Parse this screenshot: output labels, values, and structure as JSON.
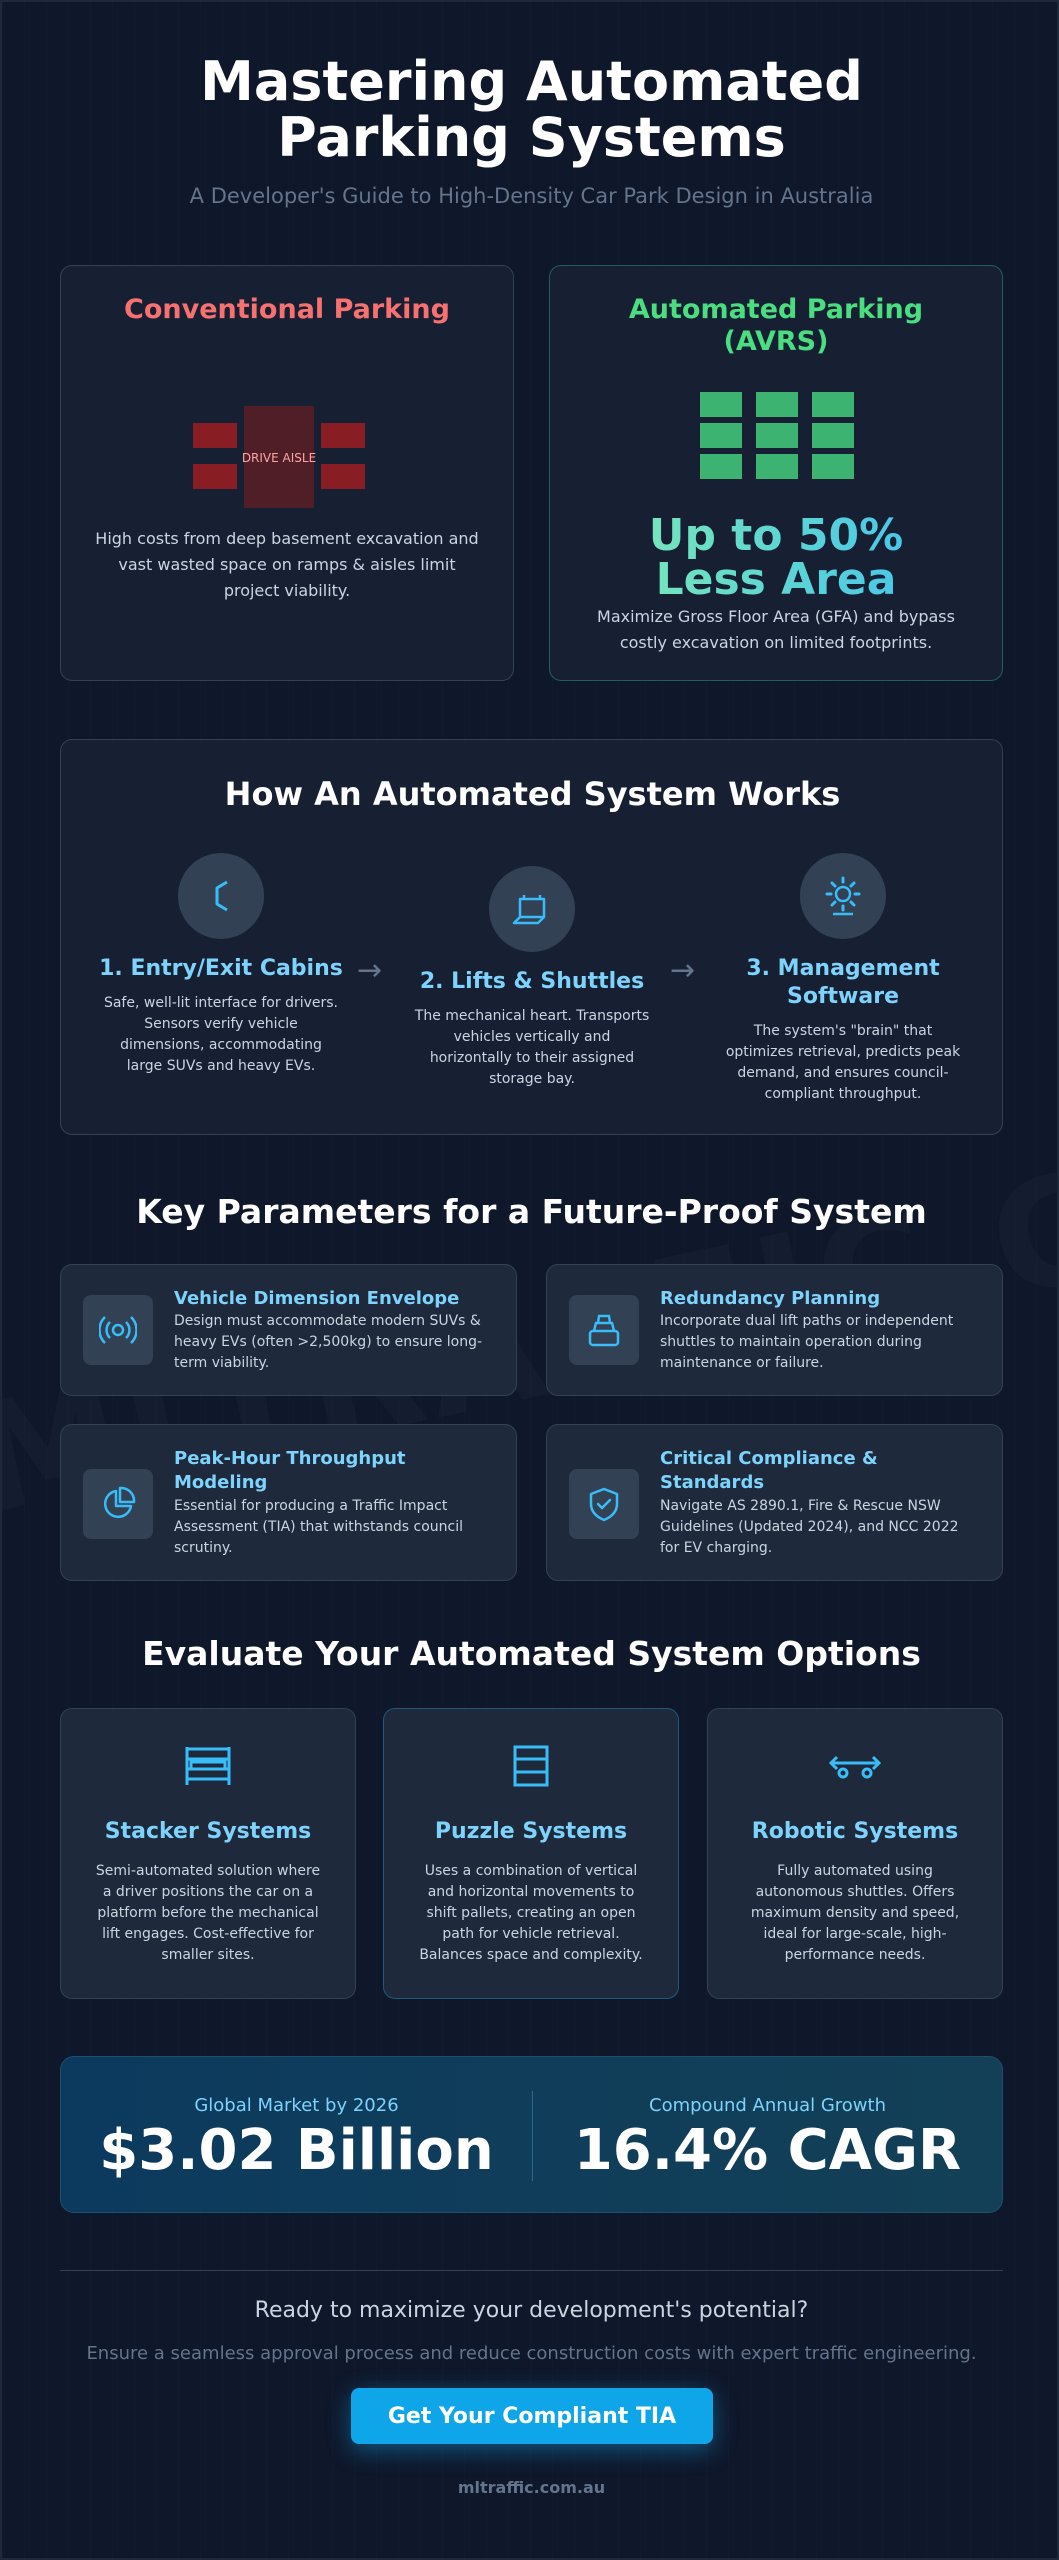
{
  "header": {
    "title": "Mastering Automated Parking Systems",
    "subtitle": "A Developer's Guide to High-Density Car Park Design in Australia"
  },
  "watermark": "MLTRAFFIC.COM.AU",
  "compare": {
    "conventional": {
      "title": "Conventional Parking",
      "diagram_label": "DRIVE AISLE",
      "desc": "High costs from deep basement excavation and vast wasted space on ramps & aisles limit project viability."
    },
    "automated": {
      "title": "Automated Parking (AVRS)",
      "stat": "Up to 50% Less Area",
      "desc": "Maximize Gross Floor Area (GFA) and bypass costly excavation on limited footprints."
    }
  },
  "how": {
    "title": "How An Automated System Works",
    "steps": [
      {
        "title": "1. Entry/Exit Cabins",
        "desc": "Safe, well-lit interface for drivers. Sensors verify vehicle dimensions, accommodating large SUVs and heavy EVs.",
        "icon": "entry-gate-icon"
      },
      {
        "title": "2. Lifts & Shuttles",
        "desc": "The mechanical heart. Transports vehicles vertically and horizontally to their assigned storage bay.",
        "icon": "lift-platform-icon"
      },
      {
        "title": "3. Management Software",
        "desc": "The system's \"brain\" that optimizes retrieval, predicts peak demand, and ensures council-compliant throughput.",
        "icon": "gear-icon"
      }
    ],
    "arrow": "→"
  },
  "params": {
    "title": "Key Parameters for a Future-Proof System",
    "items": [
      {
        "title": "Vehicle Dimension Envelope",
        "desc": "Design must accommodate modern SUVs & heavy EVs (often >2,500kg) to ensure long-term viability.",
        "icon": "sensor-icon"
      },
      {
        "title": "Redundancy Planning",
        "desc": "Incorporate dual lift paths or independent shuttles to maintain operation during maintenance or failure.",
        "icon": "stack-icon"
      },
      {
        "title": "Peak-Hour Throughput Modeling",
        "desc": "Essential for producing a Traffic Impact Assessment (TIA) that withstands council scrutiny.",
        "icon": "pie-chart-icon"
      },
      {
        "title": "Critical Compliance & Standards",
        "desc": "Navigate AS 2890.1, Fire & Rescue NSW Guidelines (Updated 2024), and NCC 2022 for EV charging.",
        "icon": "shield-check-icon"
      }
    ]
  },
  "options": {
    "title": "Evaluate Your Automated System Options",
    "items": [
      {
        "title": "Stacker Systems",
        "desc": "Semi-automated solution where a driver positions the car on a platform before the mechanical lift engages. Cost-effective for smaller sites.",
        "icon": "stacker-icon"
      },
      {
        "title": "Puzzle Systems",
        "desc": "Uses a combination of vertical and horizontal movements to shift pallets, creating an open path for vehicle retrieval. Balances space and complexity.",
        "icon": "puzzle-grid-icon"
      },
      {
        "title": "Robotic Systems",
        "desc": "Fully automated using autonomous shuttles. Offers maximum density and speed, ideal for large-scale, high-performance needs.",
        "icon": "robot-shuttle-icon"
      }
    ]
  },
  "stats": {
    "market_label": "Global Market by 2026",
    "market_value": "$3.02 Billion",
    "growth_label": "Compound Annual Growth",
    "growth_value": "16.4% CAGR"
  },
  "cta": {
    "question": "Ready to maximize your development's potential?",
    "sub": "Ensure a seamless approval process and reduce construction costs with expert traffic engineering.",
    "button": "Get Your Compliant TIA"
  },
  "footer": "mltraffic.com.au",
  "colors": {
    "background": "#0f172a",
    "card": "#1e293b",
    "accent": "#0ea5e9",
    "conventional_red": "#f87171",
    "automated_green": "#4ade80",
    "heading_blue": "#7dd3fc",
    "icon_blue": "#38bdf8"
  }
}
